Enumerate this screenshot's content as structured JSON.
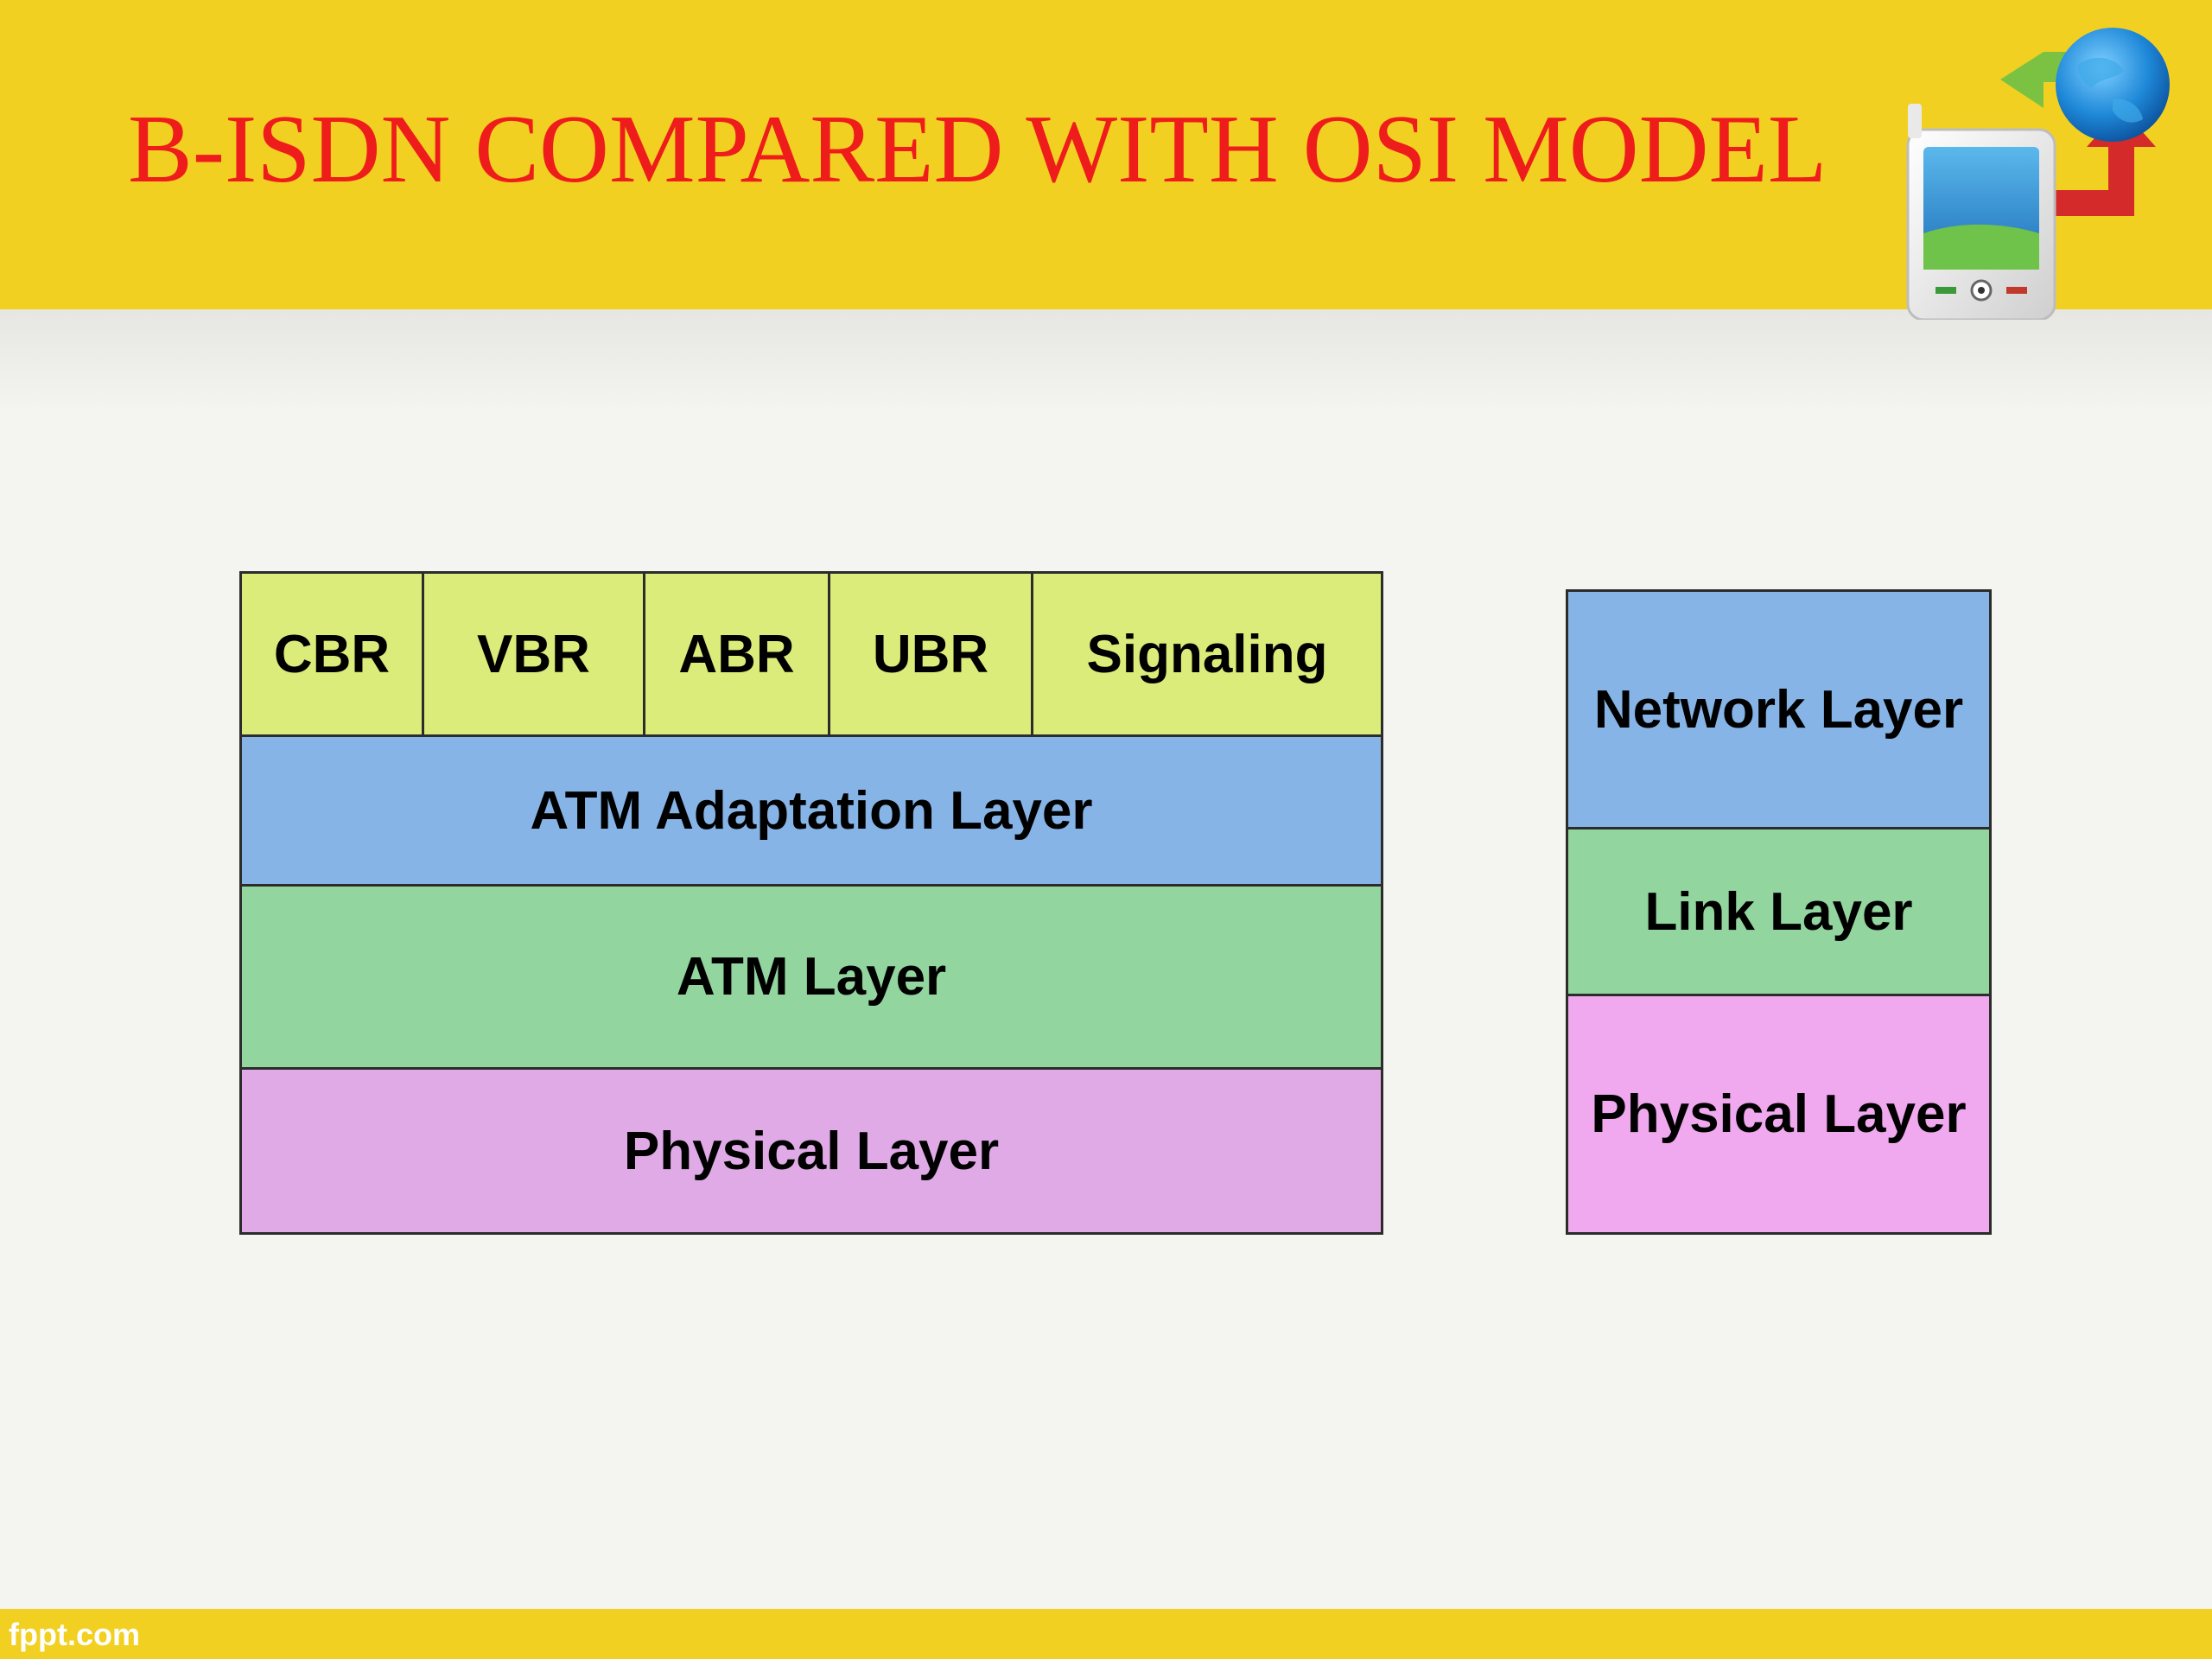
{
  "slide": {
    "title": "B-ISDN COMPARED WITH OSI MODEL",
    "footer": "fppt.com"
  },
  "bisdn": {
    "services": [
      {
        "label": "CBR"
      },
      {
        "label": "VBR"
      },
      {
        "label": "ABR"
      },
      {
        "label": "UBR"
      },
      {
        "label": "Signaling"
      }
    ],
    "layers": [
      {
        "label": "ATM Adaptation Layer"
      },
      {
        "label": "ATM Layer"
      },
      {
        "label": "Physical Layer"
      }
    ]
  },
  "osi": {
    "layers": [
      {
        "label": "Network Layer"
      },
      {
        "label": "Link Layer"
      },
      {
        "label": "Physical Layer"
      }
    ]
  },
  "colors": {
    "header_band": "#f2d022",
    "title_text": "#ef1c1c",
    "service_cell": "#dcec7a",
    "adaptation_layer": "#86b4e6",
    "atm_layer": "#92d59e",
    "bisdn_physical_layer": "#dfaae6",
    "osi_network_layer": "#86b4e6",
    "osi_link_layer": "#92d59e",
    "osi_physical_layer": "#f0a8ee"
  },
  "icons": {
    "logo": "mobile-globe-exchange-icon"
  }
}
